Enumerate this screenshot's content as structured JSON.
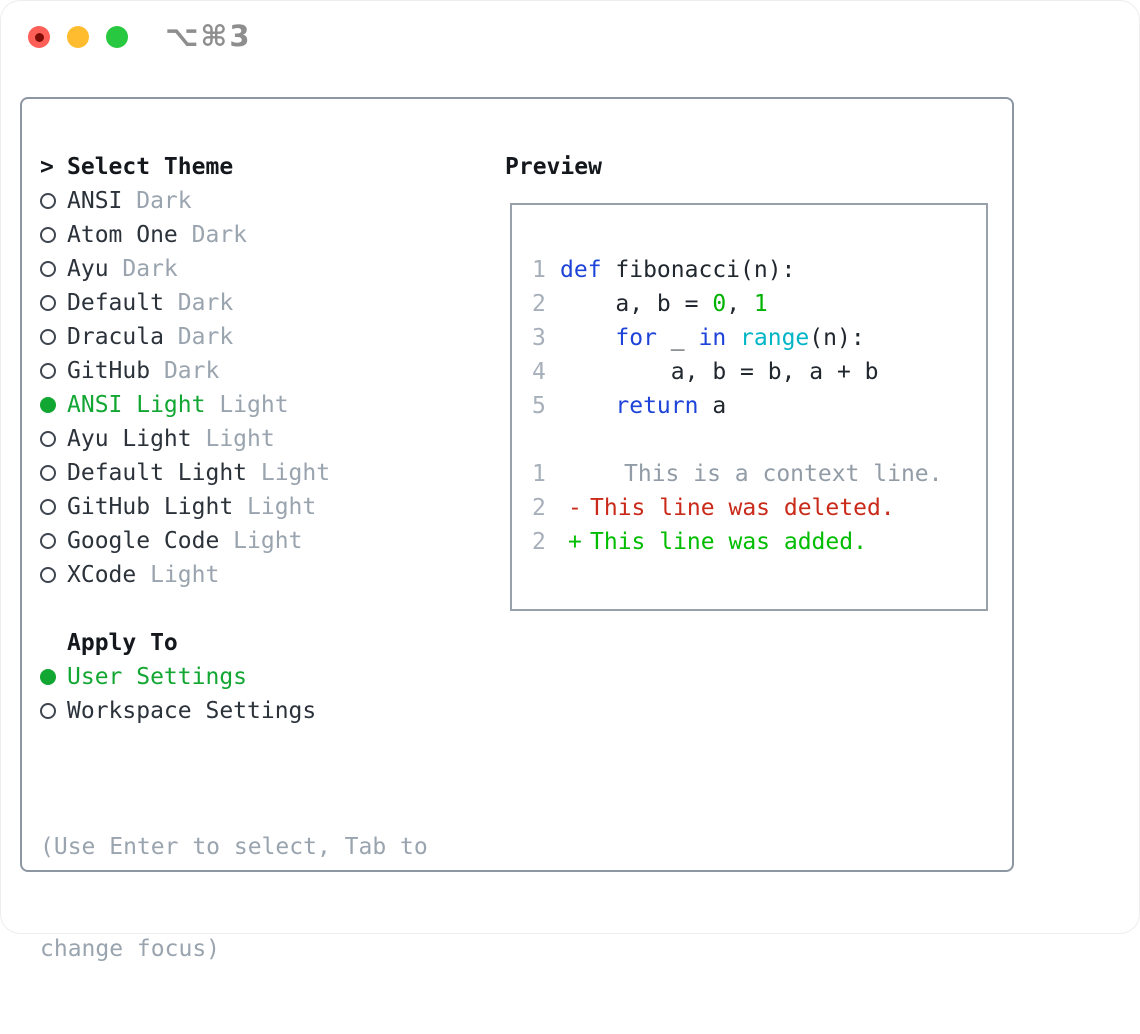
{
  "window": {
    "shortcut": "⌥⌘3",
    "buttons": [
      "close",
      "minimize",
      "zoom"
    ]
  },
  "theme_panel": {
    "cursor": ">",
    "title": "Select Theme",
    "themes": [
      {
        "name": "ANSI",
        "variant": "Dark",
        "selected": false
      },
      {
        "name": "Atom One",
        "variant": "Dark",
        "selected": false
      },
      {
        "name": "Ayu",
        "variant": "Dark",
        "selected": false
      },
      {
        "name": "Default",
        "variant": "Dark",
        "selected": false
      },
      {
        "name": "Dracula",
        "variant": "Dark",
        "selected": false
      },
      {
        "name": "GitHub",
        "variant": "Dark",
        "selected": false
      },
      {
        "name": "ANSI Light",
        "variant": "Light",
        "selected": true
      },
      {
        "name": "Ayu Light",
        "variant": "Light",
        "selected": false
      },
      {
        "name": "Default Light",
        "variant": "Light",
        "selected": false
      },
      {
        "name": "GitHub Light",
        "variant": "Light",
        "selected": false
      },
      {
        "name": "Google Code",
        "variant": "Light",
        "selected": false
      },
      {
        "name": "XCode",
        "variant": "Light",
        "selected": false
      }
    ],
    "apply_to": {
      "label": "Apply To",
      "options": [
        {
          "name": "User Settings",
          "selected": true
        },
        {
          "name": "Workspace Settings",
          "selected": false
        }
      ]
    },
    "help_lines": [
      "(Use Enter to select, Tab to",
      "change focus)"
    ]
  },
  "preview": {
    "title": "Preview",
    "code_lines": [
      {
        "num": "1",
        "segments": [
          {
            "t": "def",
            "c": "kw"
          },
          {
            "t": " fibonacci(n):",
            "c": "pl"
          }
        ]
      },
      {
        "num": "2",
        "segments": [
          {
            "t": "    a, b = ",
            "c": "pl"
          },
          {
            "t": "0",
            "c": "ng"
          },
          {
            "t": ", ",
            "c": "pl"
          },
          {
            "t": "1",
            "c": "ng"
          }
        ]
      },
      {
        "num": "3",
        "segments": [
          {
            "t": "    ",
            "c": "pl"
          },
          {
            "t": "for",
            "c": "kw"
          },
          {
            "t": " _ ",
            "c": "pl"
          },
          {
            "t": "in",
            "c": "kw"
          },
          {
            "t": " ",
            "c": "pl"
          },
          {
            "t": "range",
            "c": "cy"
          },
          {
            "t": "(n):",
            "c": "pl"
          }
        ]
      },
      {
        "num": "4",
        "segments": [
          {
            "t": "        a, b = b, a + b",
            "c": "pl"
          }
        ]
      },
      {
        "num": "5",
        "segments": [
          {
            "t": "    ",
            "c": "pl"
          },
          {
            "t": "return",
            "c": "kw"
          },
          {
            "t": " a",
            "c": "pl"
          }
        ]
      }
    ],
    "diff_lines": [
      {
        "num": "1",
        "marker": "",
        "text": "This is a context line.",
        "style": "ctx",
        "extra_indent": true
      },
      {
        "num": "2",
        "marker": "-",
        "text": "This line was deleted.",
        "style": "del",
        "extra_indent": false
      },
      {
        "num": "2",
        "marker": "+",
        "text": "This line was added.",
        "style": "add",
        "extra_indent": false
      }
    ]
  },
  "colors": {
    "tl_red": "#ff5f57",
    "tl_red_dot": "#7e0d08",
    "tl_yellow": "#febc2e",
    "tl_green": "#28c840",
    "shortcut_gray": "#8e8e8e",
    "panel_border": "#8d97a3",
    "box_border": "#99a1ab",
    "circle_stroke": "#3f4650",
    "text_dark": "#14181c",
    "text_name": "#2b323a",
    "text_muted": "#9aa4af",
    "green_selected": "#12a632",
    "code_plain": "#21272e",
    "kw_blue": "#1d43d8",
    "fn_cyan": "#00b5c6",
    "num_green": "#00b200",
    "gutter_gray": "#a6afba",
    "ctx_gray": "#929ca6",
    "del_red": "#c92a1a",
    "add_green": "#00bd00"
  }
}
